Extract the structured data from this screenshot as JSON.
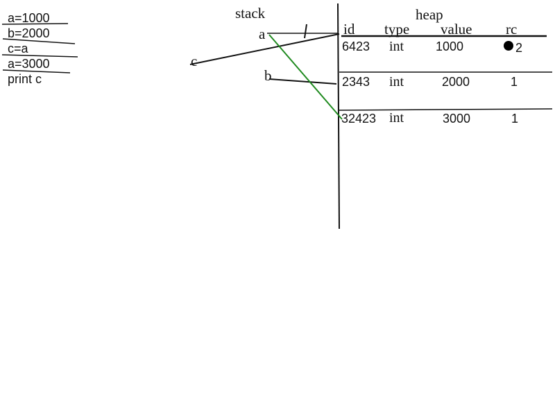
{
  "code_lines": [
    "a=1000",
    "b=2000",
    "c=a",
    "a=3000",
    "print  c"
  ],
  "stack": {
    "title": "stack",
    "vars": [
      "a",
      "b",
      "c"
    ]
  },
  "heap": {
    "title": "heap",
    "columns": [
      "id",
      "type",
      "value",
      "rc"
    ],
    "rows": [
      {
        "id": "6423",
        "type": "int",
        "value": "1000",
        "rc": "2"
      },
      {
        "id": "2343",
        "type": "int",
        "value": "2000",
        "rc": "1"
      },
      {
        "id": "32423",
        "type": "int",
        "value": "3000",
        "rc": "1"
      }
    ]
  },
  "colors": {
    "ink": "#111111",
    "new_reference": "#1f8a1f"
  }
}
